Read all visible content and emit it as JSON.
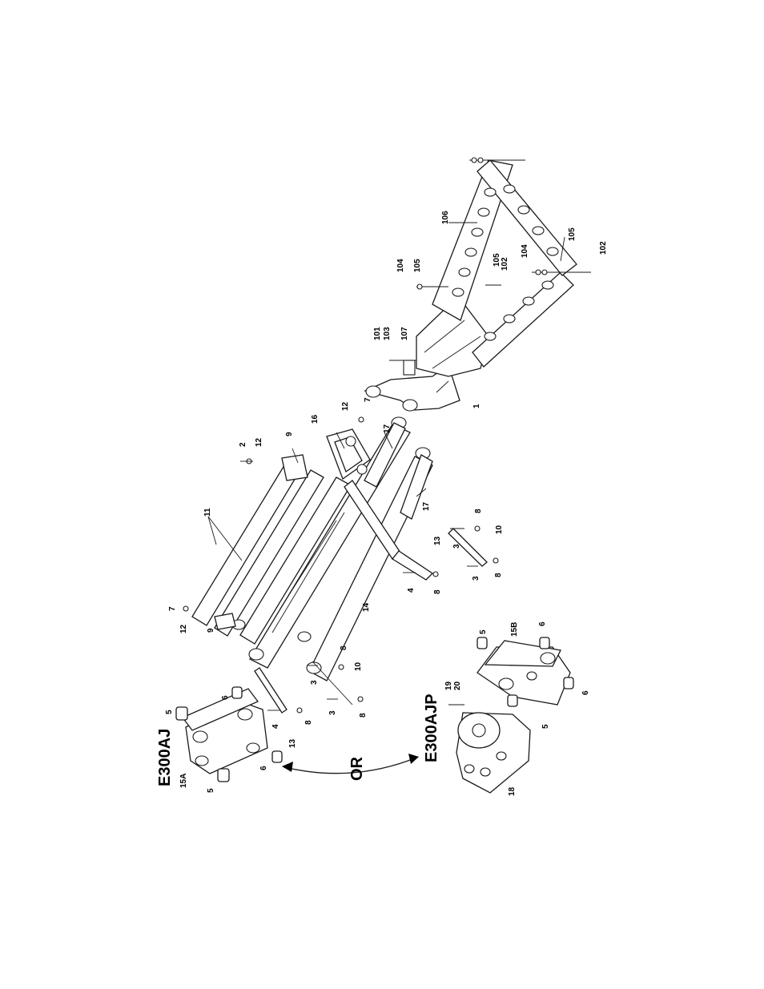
{
  "models": {
    "left": "E300AJ",
    "right": "E300AJP",
    "choice": "OR"
  },
  "callouts": {
    "c1": "1",
    "c2": "2",
    "c3a": "3",
    "c3b": "3",
    "c3c": "3",
    "c3d": "3",
    "c4a": "4",
    "c4b": "4",
    "c5a": "5",
    "c5b": "5",
    "c5c": "5",
    "c5d": "5",
    "c6a": "6",
    "c6b": "6",
    "c6c": "6",
    "c6d": "6",
    "c7a": "7",
    "c7b": "7",
    "c8a": "8",
    "c8b": "8",
    "c8c": "8",
    "c8d": "8",
    "c8e": "8",
    "c8f": "8",
    "c9a": "9",
    "c9b": "9",
    "c10a": "10",
    "c10b": "10",
    "c11": "11",
    "c12a": "12",
    "c12b": "12",
    "c12c": "12",
    "c13a": "13",
    "c13b": "13",
    "c14": "14",
    "c15a": "15A",
    "c15b": "15B",
    "c16": "16",
    "c17a": "17",
    "c17b": "17",
    "c18": "18",
    "c19": "19",
    "c20": "20",
    "c101": "101",
    "c102a": "102",
    "c102b": "102",
    "c103": "103",
    "c104a": "104",
    "c104b": "104",
    "c105a": "105",
    "c105b": "105",
    "c105c": "105",
    "c106": "106",
    "c107": "107"
  }
}
